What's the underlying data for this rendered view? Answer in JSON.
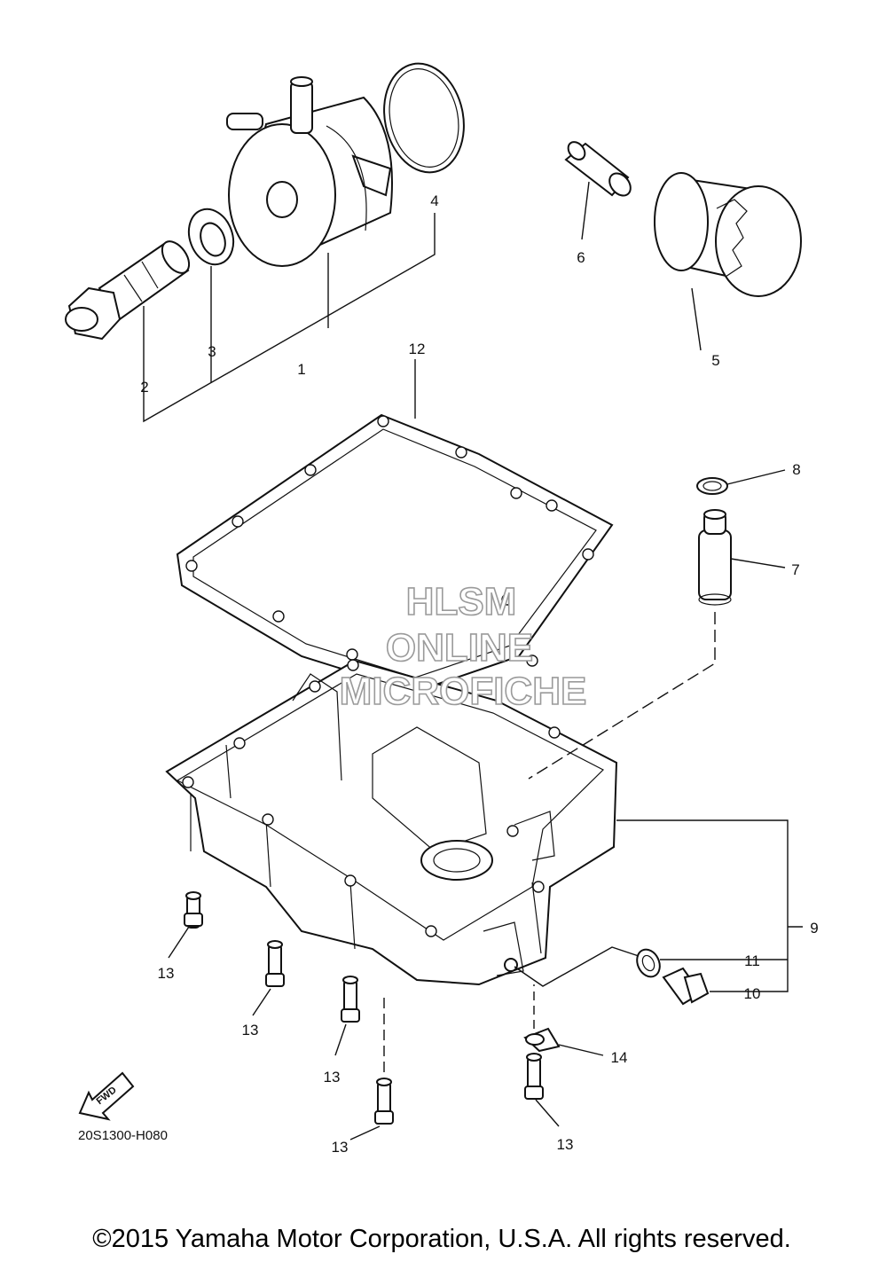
{
  "callouts": {
    "c1": "1",
    "c2": "2",
    "c3": "3",
    "c4": "4",
    "c5": "5",
    "c6": "6",
    "c7": "7",
    "c8": "8",
    "c9": "9",
    "c10": "10",
    "c11": "11",
    "c12": "12",
    "c13a": "13",
    "c13b": "13",
    "c13c": "13",
    "c13d": "13",
    "c13e": "13",
    "c14": "14"
  },
  "fwd_label": "FWD",
  "diagram_code": "20S1300-H080",
  "watermark": {
    "line1": "HLSM",
    "line2": "ONLINE",
    "line3": "MICROFICHE"
  },
  "copyright": "©2015 Yamaha Motor Corporation, U.S.A. All rights reserved."
}
